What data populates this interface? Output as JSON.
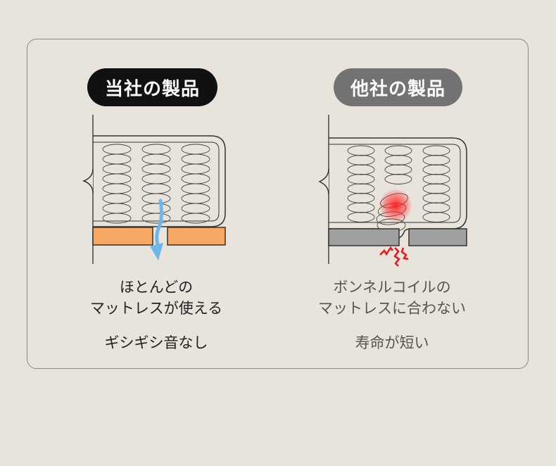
{
  "left": {
    "badge": "当社の製品",
    "desc_line1": "ほとんどの",
    "desc_line2": "マットレスが使える",
    "benefit": "ギシギシ音なし",
    "board_color": "#f7a963",
    "arrow_color": "#6bb8e8"
  },
  "right": {
    "badge": "他社の製品",
    "desc_line1": "ボンネルコイルの",
    "desc_line2": "マットレスに合わない",
    "drawback": "寿命が短い",
    "board_color": "#a0a0a0",
    "alert_color": "#e8151b"
  }
}
